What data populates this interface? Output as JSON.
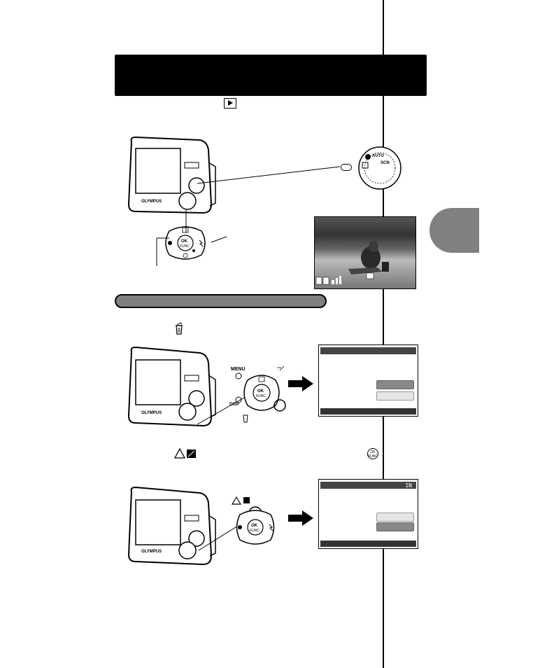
{
  "header": {
    "background": "#000000"
  },
  "sidetab": {
    "color": "#808080"
  },
  "section_pill": {
    "color": "#808080"
  },
  "icons": {
    "playback": "play-icon",
    "erase": "trash-icon",
    "up_exposure": "triangle-exposure-icon",
    "ok_func": "ok-func-icon"
  },
  "camera1": {
    "brand": "OLYMPUS",
    "dial_labels": [
      "AUTO",
      "SCN"
    ],
    "pad_center": [
      "OK",
      "FUNC"
    ]
  },
  "camera2": {
    "brand": "OLYMPUS",
    "button_labels": {
      "menu": "MENU",
      "disp": "DISP"
    },
    "pad_center": [
      "OK",
      "FUNC"
    ]
  },
  "camera3": {
    "brand": "OLYMPUS",
    "pad_center": [
      "OK",
      "FUNC"
    ]
  },
  "screen2": {
    "badge": "IN"
  }
}
